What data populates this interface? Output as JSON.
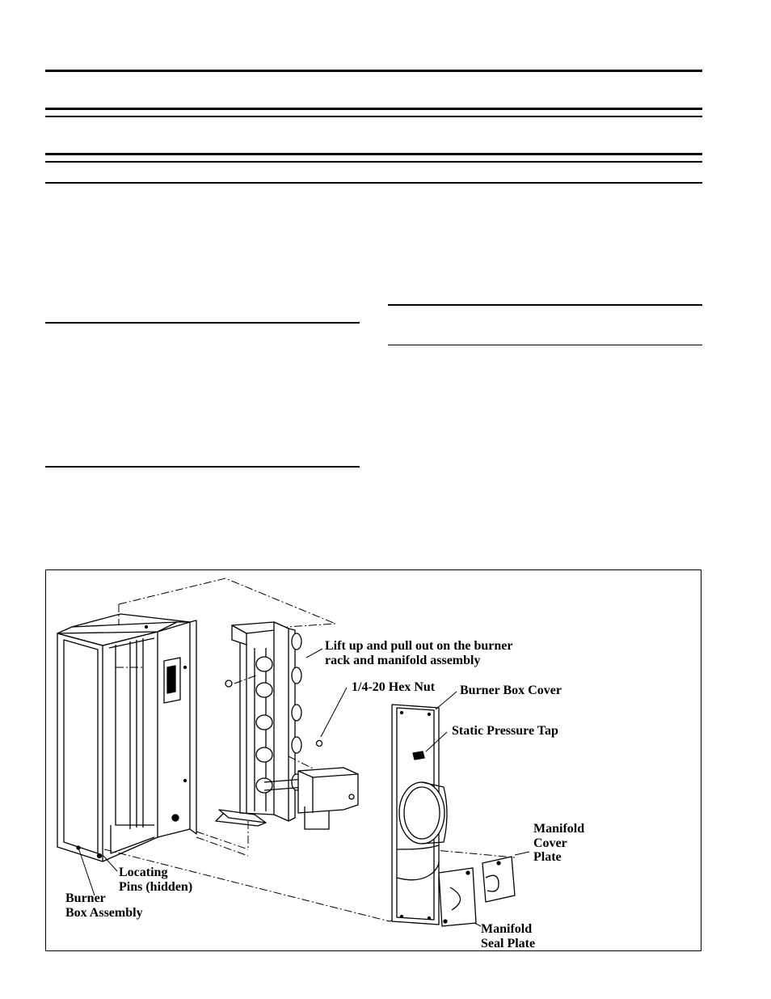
{
  "figure": {
    "labels": {
      "lift_up": "Lift up and pull out on the burner",
      "lift_up_2": "rack and manifold assembly",
      "hex_nut": "1/4-20 Hex Nut",
      "burner_box_cover": "Burner Box Cover",
      "static_pressure_tap": "Static Pressure Tap",
      "manifold_cover_1": "Manifold",
      "manifold_cover_2": "Cover",
      "manifold_cover_3": "Plate",
      "locating_pins_1": "Locating",
      "locating_pins_2": "Pins (hidden)",
      "burner_box_1": "Burner",
      "burner_box_2": "Box Assembly",
      "manifold_seal_1": "Manifold",
      "manifold_seal_2": "Seal Plate"
    }
  }
}
